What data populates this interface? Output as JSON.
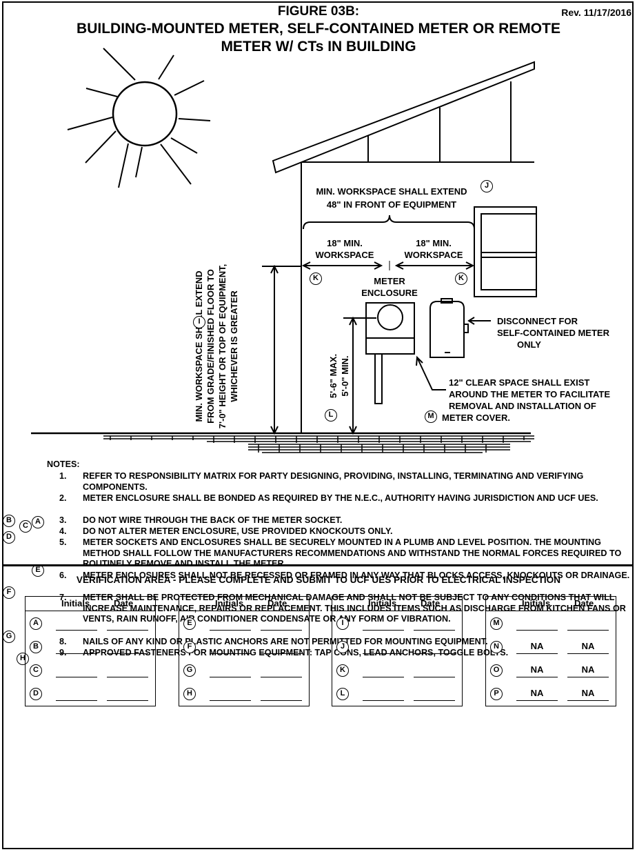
{
  "header": {
    "title1": "FIGURE 03B:",
    "title2": "BUILDING-MOUNTED METER, SELF-CONTAINED METER OR REMOTE",
    "title3": "METER W/ CTs IN BUILDING",
    "revision": "Rev. 11/17/2016"
  },
  "diagram": {
    "workspace_extend_line1": "MIN. WORKSPACE SHALL EXTEND",
    "workspace_extend_line2": "48\" IN FRONT OF EQUIPMENT",
    "left_workspace_line1": "18\" MIN.",
    "left_workspace_line2": "WORKSPACE",
    "right_workspace_line1": "18\" MIN.",
    "right_workspace_line2": "WORKSPACE",
    "meter_enclosure_line1": "METER",
    "meter_enclosure_line2": "ENCLOSURE",
    "disconnect_line1": "DISCONNECT FOR",
    "disconnect_line2": "SELF-CONTAINED METER",
    "disconnect_line3": "ONLY",
    "clear_space_line1": "12\" CLEAR SPACE SHALL EXIST",
    "clear_space_line2": "AROUND THE METER TO FACILITATE",
    "clear_space_line3": "REMOVAL AND INSTALLATION OF",
    "clear_space_line4": "METER COVER.",
    "vertical_line1": "MIN. WORKSPACE  SHALL EXTEND",
    "vertical_line2": "FROM GRADE/FINISHED FLOOR TO",
    "vertical_line3": "7'-0\" HEIGHT OR TOP OF EQUIPMENT,",
    "vertical_line4": "WHICHEVER IS GREATER",
    "height_max": "5'-6\" MAX.",
    "height_min": "5'-0\" MIN.",
    "marker_i": "I",
    "marker_j": "J",
    "marker_k": "K",
    "marker_l": "L",
    "marker_m": "M"
  },
  "notes": {
    "title": "NOTES:",
    "items": [
      {
        "num": "1.",
        "marker": "",
        "text": "REFER TO RESPONSIBILITY MATRIX FOR PARTY DESIGNING, PROVIDING, INSTALLING, TERMINATING AND VERIFYING COMPONENTS."
      },
      {
        "num": "2.",
        "marker": "A",
        "text": "METER ENCLOSURE SHALL BE BONDED AS REQUIRED BY THE N.E.C., AUTHORITY HAVING JURISDICTION AND UCF UES."
      },
      {
        "num": "3.",
        "marker": "B",
        "text": "DO NOT WIRE THROUGH THE BACK OF THE METER SOCKET."
      },
      {
        "num": "4.",
        "marker": "C",
        "text": "DO NOT ALTER METER ENCLOSURE, USE PROVIDED KNOCKOUTS ONLY."
      },
      {
        "num": "5.",
        "marker": "D",
        "text": "METER SOCKETS AND ENCLOSURES SHALL BE SECURELY MOUNTED IN A PLUMB AND LEVEL POSITION. THE MOUNTING METHOD SHALL FOLLOW THE MANUFACTURERS RECOMMENDATIONS AND WITHSTAND THE NORMAL FORCES REQUIRED TO ROUTINELY REMOVE AND INSTALL THE METER."
      },
      {
        "num": "6.",
        "marker": "E",
        "text": "METER ENCLOSURES SHALL NOT BE RECESSED OR FRAMED IN ANY WAY THAT BLOCKS ACCESS, KNOCKOUTS OR DRAINAGE."
      },
      {
        "num": "7.",
        "marker": "F",
        "text": "METER SHALL BE PROTECTED FROM MECHANICAL DAMAGE AND SHALL NOT BE SUBJECT TO ANY CONDITIONS THAT WILL INCREASE MAINTENANCE, REPAIRS OR REPLACEMENT. THIS INCLUDES ITEMS SUCH AS DISCHARGE FROM KITCHEN FANS OR VENTS, RAIN RUNOFF, AIR CONDITIONER CONDENSATE OR ANY FORM OF VIBRATION."
      },
      {
        "num": "8.",
        "marker": "G",
        "text": "NAILS OF ANY KIND OR PLASTIC ANCHORS ARE NOT PERMITTED FOR MOUNTING EQUIPMENT."
      },
      {
        "num": "9.",
        "marker": "H",
        "text": "APPROVED FASTENERS FOR MOUNTING EQUIPMENT: TAP CONS, LEAD ANCHORS, TOGGLE BOLTS."
      }
    ]
  },
  "verification": {
    "title": "VERIFICATION AREA - PLEASE COMPLETE AND SUBMIT TO UCF UES PRIOR TO ELECTRICAL INSPECTION",
    "col_initials": "Initials",
    "col_date": "Date",
    "boxes": [
      {
        "rows": [
          {
            "marker": "A",
            "initials": "",
            "date": ""
          },
          {
            "marker": "B",
            "initials": "",
            "date": ""
          },
          {
            "marker": "C",
            "initials": "",
            "date": ""
          },
          {
            "marker": "D",
            "initials": "",
            "date": ""
          }
        ]
      },
      {
        "rows": [
          {
            "marker": "E",
            "initials": "",
            "date": ""
          },
          {
            "marker": "F",
            "initials": "",
            "date": ""
          },
          {
            "marker": "G",
            "initials": "",
            "date": ""
          },
          {
            "marker": "H",
            "initials": "",
            "date": ""
          }
        ]
      },
      {
        "rows": [
          {
            "marker": "I",
            "initials": "",
            "date": ""
          },
          {
            "marker": "J",
            "initials": "",
            "date": ""
          },
          {
            "marker": "K",
            "initials": "",
            "date": ""
          },
          {
            "marker": "L",
            "initials": "",
            "date": ""
          }
        ]
      },
      {
        "rows": [
          {
            "marker": "M",
            "initials": "",
            "date": ""
          },
          {
            "marker": "N",
            "initials": "NA",
            "date": "NA"
          },
          {
            "marker": "O",
            "initials": "NA",
            "date": "NA"
          },
          {
            "marker": "P",
            "initials": "NA",
            "date": "NA"
          }
        ]
      }
    ]
  }
}
